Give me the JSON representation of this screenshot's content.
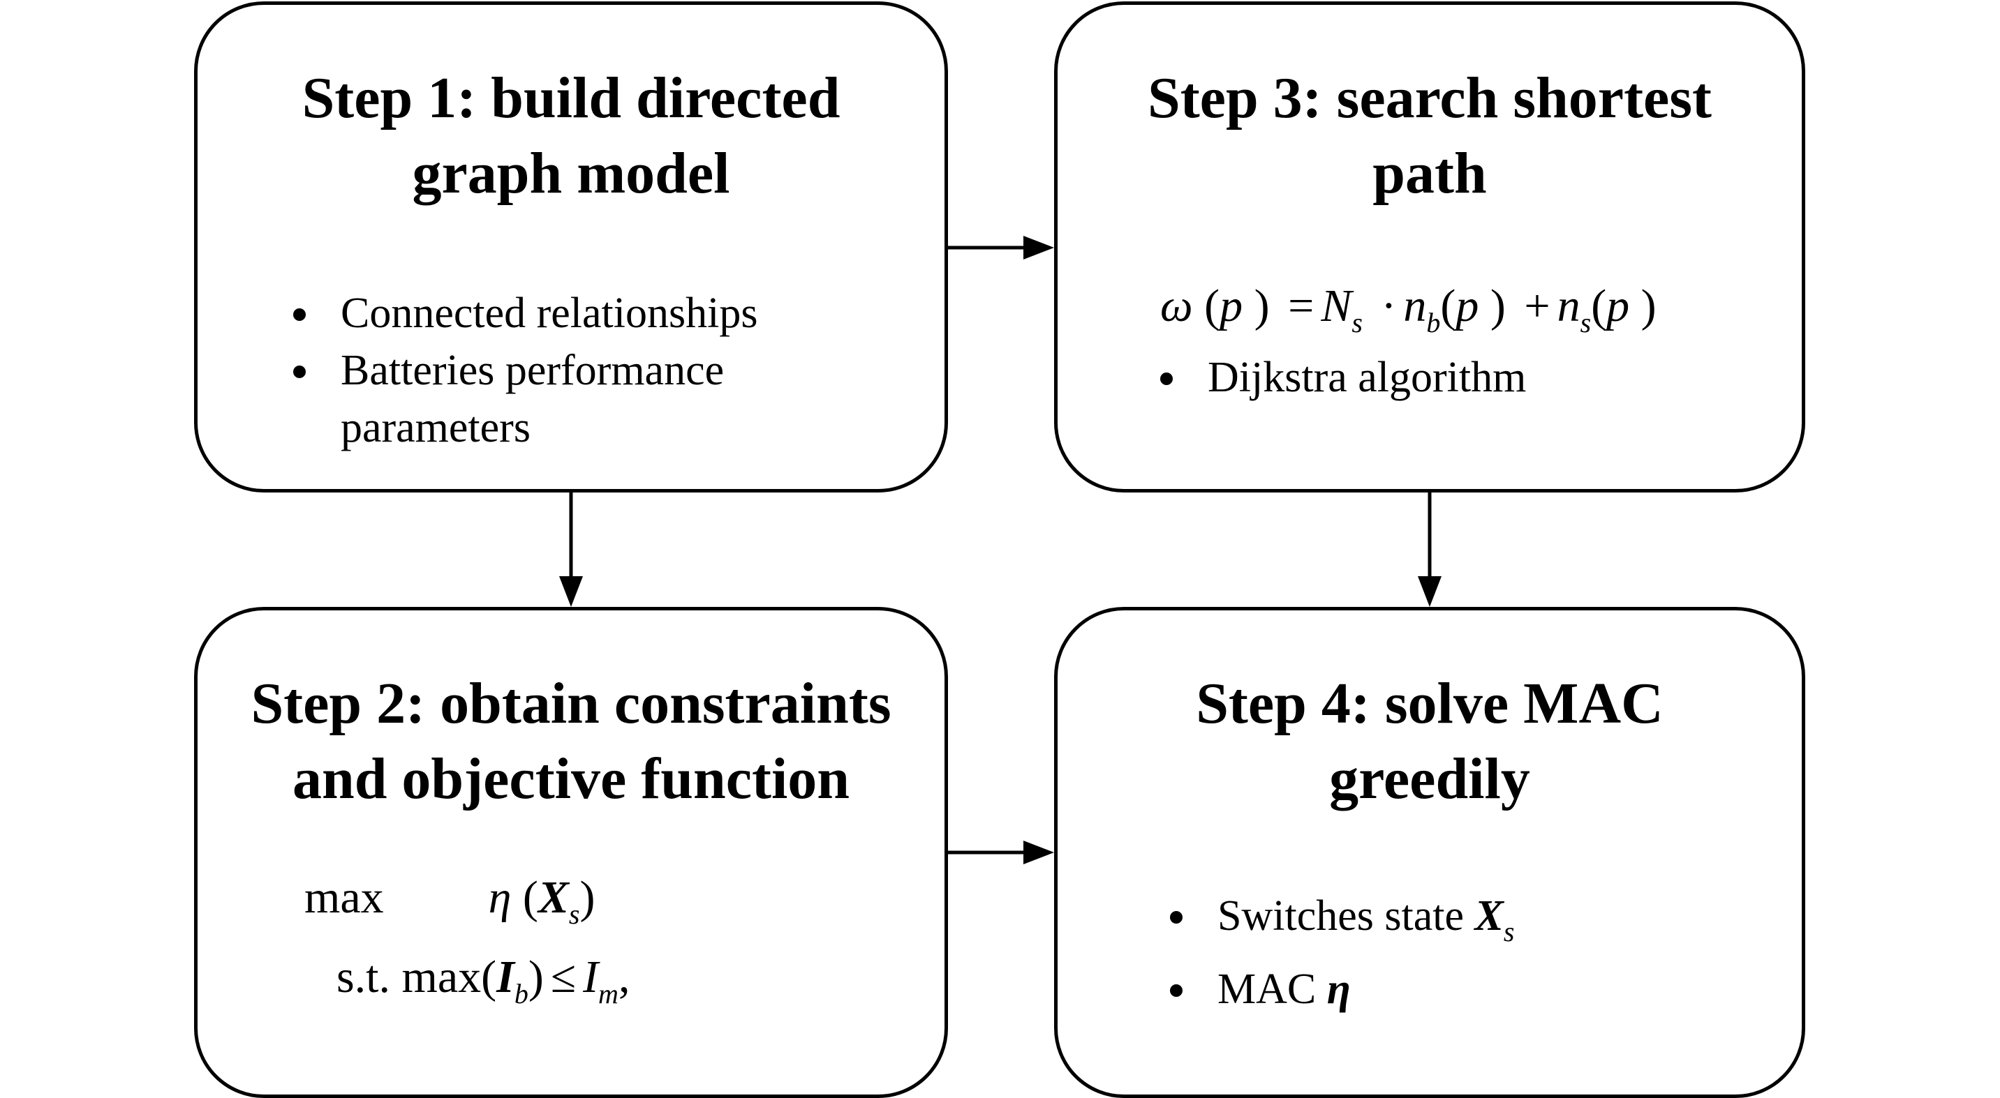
{
  "steps": {
    "step1": {
      "title_line1": "Step 1: build directed",
      "title_line2": "graph model",
      "bullets": {
        "b1": "Connected relationships",
        "b2_line1": "Batteries performance",
        "b2_line2": "parameters"
      }
    },
    "step2": {
      "title_line1": "Step 2: obtain constraints",
      "title_line2": "and objective function",
      "objective": {
        "max": "max",
        "eta": "η",
        "X": "X",
        "s": "s"
      },
      "constraint": {
        "st": "s.t.",
        "max": "max",
        "I": "I",
        "b": "b",
        "le": "≤",
        "Im": "I",
        "m": "m"
      }
    },
    "step3": {
      "title_line1": "Step 3: search shortest",
      "title_line2": "path",
      "equation": {
        "omega": "ω",
        "p": "p",
        "eq": "=",
        "N": "N",
        "s": "s",
        "dot": "·",
        "n": "n",
        "b": "b",
        "plus": "+"
      },
      "bullets": {
        "b1": "Dijkstra algorithm"
      }
    },
    "step4": {
      "title_line1": "Step 4: solve MAC",
      "title_line2": "greedily",
      "bullets": {
        "b1_text": "Switches state",
        "b1_X": "X",
        "b1_s": "s",
        "b2_text": "MAC",
        "b2_eta": "η"
      }
    }
  }
}
